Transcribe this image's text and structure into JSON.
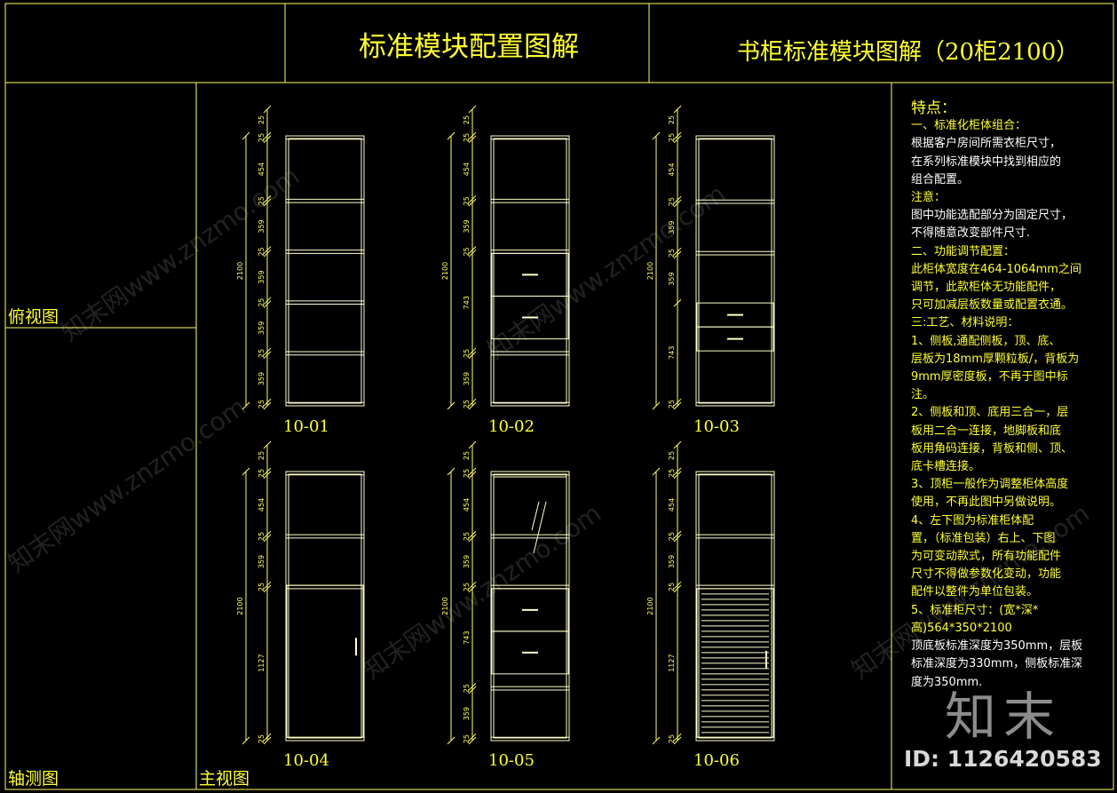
{
  "sheet": {
    "title_main": "标准模块配置图解",
    "title_sub": "书柜标准模块图解（20柜2100）",
    "views": {
      "top": "俯视图",
      "axo": "轴测图",
      "front": "主视图"
    }
  },
  "colors": {
    "frame": "#ffff66",
    "cabinet": "#ffffcc",
    "dim": "#ffff66",
    "text": "#ffff33"
  },
  "cabinets": [
    {
      "code": "10-01",
      "total_label": "2100",
      "dims": [
        "25",
        "454",
        "25",
        "359",
        "25",
        "359",
        "25",
        "359",
        "25",
        "359",
        "25"
      ],
      "kind": "shelves"
    },
    {
      "code": "10-02",
      "total_label": "2100",
      "dims": [
        "25",
        "454",
        "25",
        "359",
        "25",
        "743",
        "25",
        "359",
        "25"
      ],
      "kind": "drawers-mid"
    },
    {
      "code": "10-03",
      "total_label": "2100",
      "dims": [
        "25",
        "454",
        "25",
        "359",
        "25",
        "359",
        "743",
        "25"
      ],
      "kind": "drawers-low"
    },
    {
      "code": "10-04",
      "total_label": "2100",
      "dims": [
        "25",
        "454",
        "25",
        "359",
        "25",
        "1127",
        "25"
      ],
      "kind": "door"
    },
    {
      "code": "10-05",
      "total_label": "2100",
      "dims": [
        "25",
        "454",
        "25",
        "359",
        "25",
        "743",
        "25",
        "359",
        "25"
      ],
      "kind": "glass-drawers"
    },
    {
      "code": "10-06",
      "total_label": "2100",
      "dims": [
        "25",
        "454",
        "25",
        "359",
        "25",
        "1127",
        "25"
      ],
      "kind": "shutter"
    }
  ],
  "notes": {
    "heading": "特点：",
    "lines": [
      {
        "t": "一、标准化柜体组合：",
        "w": false
      },
      {
        "t": "根据客户房间所需衣柜尺寸，",
        "w": true
      },
      {
        "t": "在系列标准模块中找到相应的",
        "w": true
      },
      {
        "t": "组合配置。",
        "w": true
      },
      {
        "t": "注意：",
        "w": false
      },
      {
        "t": "图中功能选配部分为固定尺寸，",
        "w": true
      },
      {
        "t": "不得随意改变部件尺寸.",
        "w": true
      },
      {
        "t": "二、功能调节配置：",
        "w": false
      },
      {
        "t": "此柜体宽度在464-1064mm之间",
        "w": false
      },
      {
        "t": "调节，此款柜体无功能配件，",
        "w": false
      },
      {
        "t": "只可加减层板数量或配置衣通。",
        "w": false
      },
      {
        "t": "三:工艺、材料说明：",
        "w": false
      },
      {
        "t": "1、侧板,通配侧板，顶、底、",
        "w": false
      },
      {
        "t": "层板为18mm厚颗粒板/，背板为",
        "w": false
      },
      {
        "t": "9mm厚密度板，不再于图中标",
        "w": false
      },
      {
        "t": "注。",
        "w": false
      },
      {
        "t": "2、侧板和顶、底用三合一，层",
        "w": false
      },
      {
        "t": "板用二合一连接，地脚板和底",
        "w": false
      },
      {
        "t": "板用角码连接，背板和侧、顶、",
        "w": false
      },
      {
        "t": "底卡槽连接。",
        "w": false
      },
      {
        "t": "3、顶柜一般作为调整柜体高度",
        "w": false
      },
      {
        "t": "使用，不再此图中另做说明。",
        "w": false
      },
      {
        "t": "4、左下图为标准柜体配",
        "w": false
      },
      {
        "t": "置，（标准包装）右上、下图",
        "w": false
      },
      {
        "t": "为可变动款式，所有功能配件",
        "w": false
      },
      {
        "t": "尺寸不得做参数化变动，功能",
        "w": false
      },
      {
        "t": "配件以整件为单位包装。",
        "w": false
      },
      {
        "t": "5、标准柜尺寸：(宽*深*",
        "w": false
      },
      {
        "t": "高)564*350*2100",
        "w": false
      },
      {
        "t": "顶底板标准深度为350mm，层板",
        "w": true
      },
      {
        "t": "标准深度为330mm，侧板标准深",
        "w": true
      },
      {
        "t": "度为350mm.",
        "w": true
      }
    ]
  },
  "watermark": {
    "logo": "知末",
    "id": "ID: 1126420583",
    "site": "知末网www.znzmo.com"
  }
}
